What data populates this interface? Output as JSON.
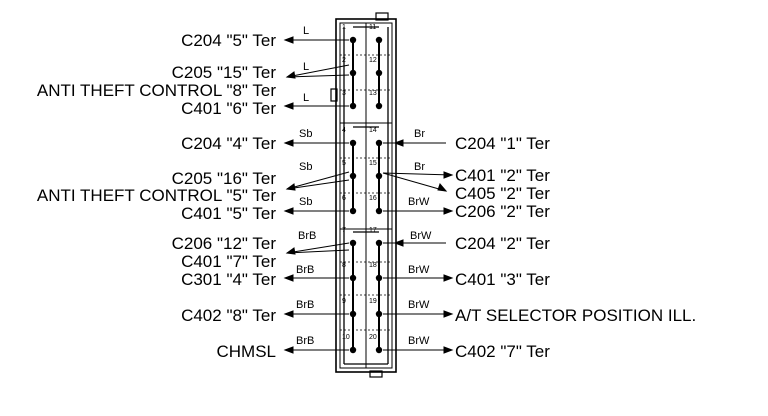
{
  "left_labels": [
    "C204 \"5\" Ter",
    "C205 \"15\" Ter",
    "ANTI THEFT CONTROL \"8\" Ter",
    "C401 \"6\" Ter",
    "C204 \"4\" Ter",
    "C205 \"16\" Ter",
    "ANTI THEFT CONTROL \"5\" Ter",
    "C401 \"5\" Ter",
    "C206 \"12\" Ter",
    "C401 \"7\" Ter",
    "C301 \"4\" Ter",
    "C402 \"8\" Ter",
    "CHMSL"
  ],
  "right_labels": [
    "C204 \"1\" Ter",
    "C401 \"2\" Ter",
    "C405 \"2\" Ter",
    "C206 \"2\" Ter",
    "C204 \"2\" Ter",
    "C401 \"3\" Ter",
    "A/T SELECTOR POSITION ILL.",
    "C402 \"7\" Ter"
  ],
  "wire_colors": [
    "L",
    "L",
    "L",
    "Sb",
    "Sb",
    "Sb",
    "BrB",
    "BrB",
    "BrB",
    "BrB",
    "Br",
    "Br",
    "BrW",
    "BrW",
    "BrW",
    "BrW",
    "BrW"
  ],
  "pins_left": [
    "1",
    "2",
    "3",
    "4",
    "5",
    "6",
    "7",
    "8",
    "9",
    "10"
  ],
  "pins_right": [
    "11",
    "12",
    "13",
    "14",
    "15",
    "16",
    "17",
    "18",
    "19",
    "20"
  ]
}
